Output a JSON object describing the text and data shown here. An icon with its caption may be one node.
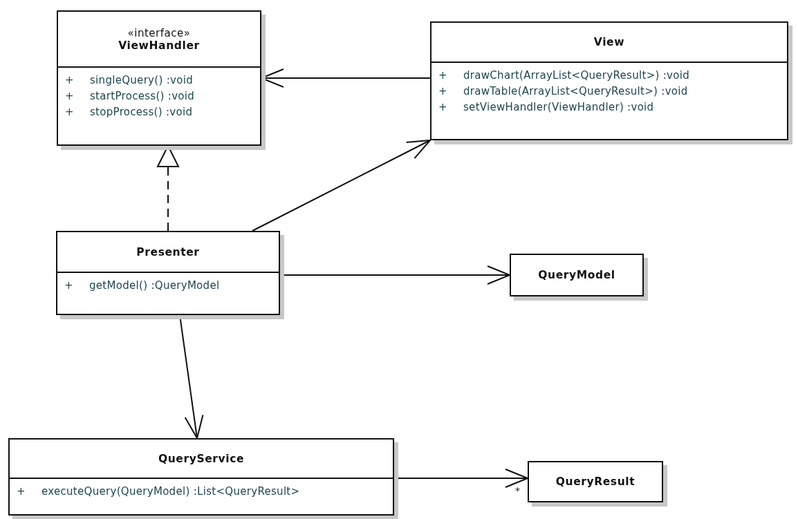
{
  "diagram": {
    "nodes": [
      {
        "text": [
          "«interface»",
          "ViewHandler",
          "+",
          "singleQuery() :void",
          "+",
          "startProcess() :void",
          "+",
          "stopProcess() :void"
        ]
      },
      {
        "text": [
          "View",
          "+",
          "drawChart(ArrayList<QueryResult>) :void",
          "+",
          "drawTable(ArrayList<QueryResult>) :void",
          "+",
          "setViewHandler(ViewHandler) :void"
        ]
      },
      {
        "text": [
          "Presenter",
          "+",
          "getModel() :QueryModel"
        ]
      },
      {
        "text": [
          "QueryModel"
        ]
      },
      {
        "text": [
          "QueryService",
          "+",
          "executeQuery(QueryModel) :List<QueryResult>"
        ]
      },
      {
        "text": [
          "QueryResult"
        ]
      }
    ],
    "edges": [
      {
        "from": 1,
        "to": 0,
        "arrow": "to"
      },
      {
        "from": 2,
        "to": 0,
        "arrow": "to",
        "style": "dashed"
      },
      {
        "from": 2,
        "to": 1,
        "arrow": "to"
      },
      {
        "from": 2,
        "to": 3,
        "arrow": "to"
      },
      {
        "from": 2,
        "to": 4,
        "arrow": "to"
      },
      {
        "from": 4,
        "to": 5,
        "arrow": "to",
        "label": "*"
      }
    ]
  }
}
